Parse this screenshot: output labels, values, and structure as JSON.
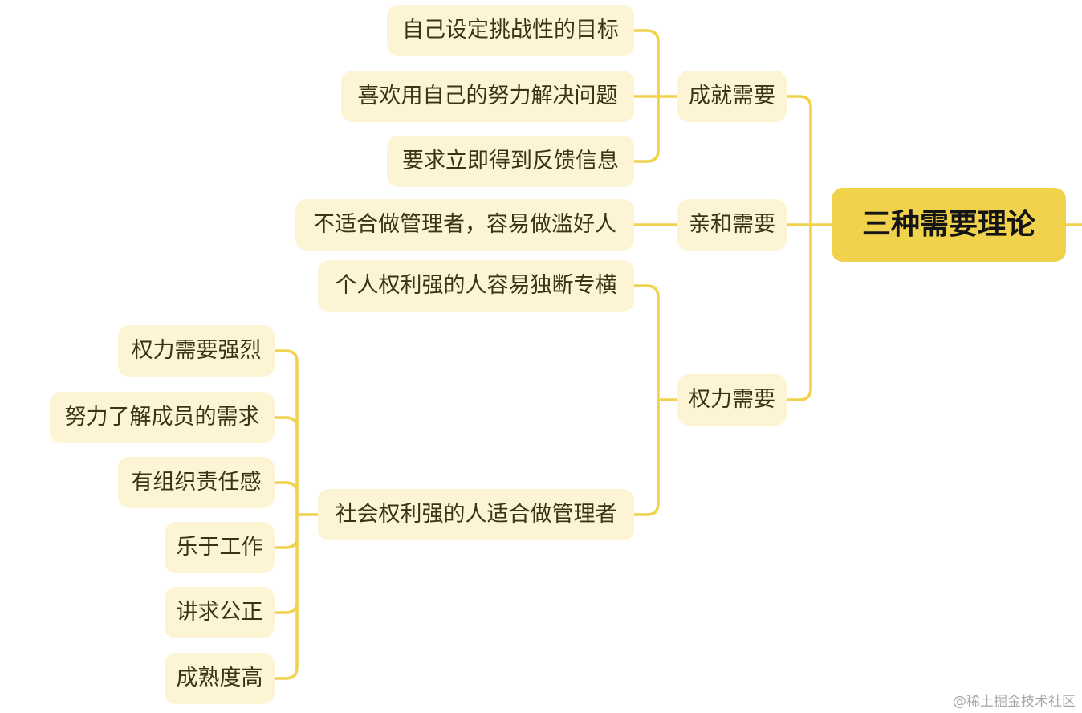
{
  "root": {
    "label": "三种需要理论"
  },
  "branches": [
    {
      "label": "成就需要",
      "children": [
        {
          "label": "自己设定挑战性的目标"
        },
        {
          "label": "喜欢用自己的努力解决问题"
        },
        {
          "label": "要求立即得到反馈信息"
        }
      ]
    },
    {
      "label": "亲和需要",
      "children": [
        {
          "label": "不适合做管理者，容易做滥好人"
        }
      ]
    },
    {
      "label": "权力需要",
      "children": [
        {
          "label": "个人权利强的人容易独断专横"
        },
        {
          "label": "社会权利强的人适合做管理者",
          "children": [
            {
              "label": "权力需要强烈"
            },
            {
              "label": "努力了解成员的需求"
            },
            {
              "label": "有组织责任感"
            },
            {
              "label": "乐于工作"
            },
            {
              "label": "讲求公正"
            },
            {
              "label": "成熟度高"
            }
          ]
        }
      ]
    }
  ],
  "watermark": "@稀土掘金技术社区",
  "colors": {
    "root_fill": "#f0d24d",
    "node_fill": "#fdf4d3",
    "connector": "#f0d24d",
    "text": "#3a3316"
  }
}
